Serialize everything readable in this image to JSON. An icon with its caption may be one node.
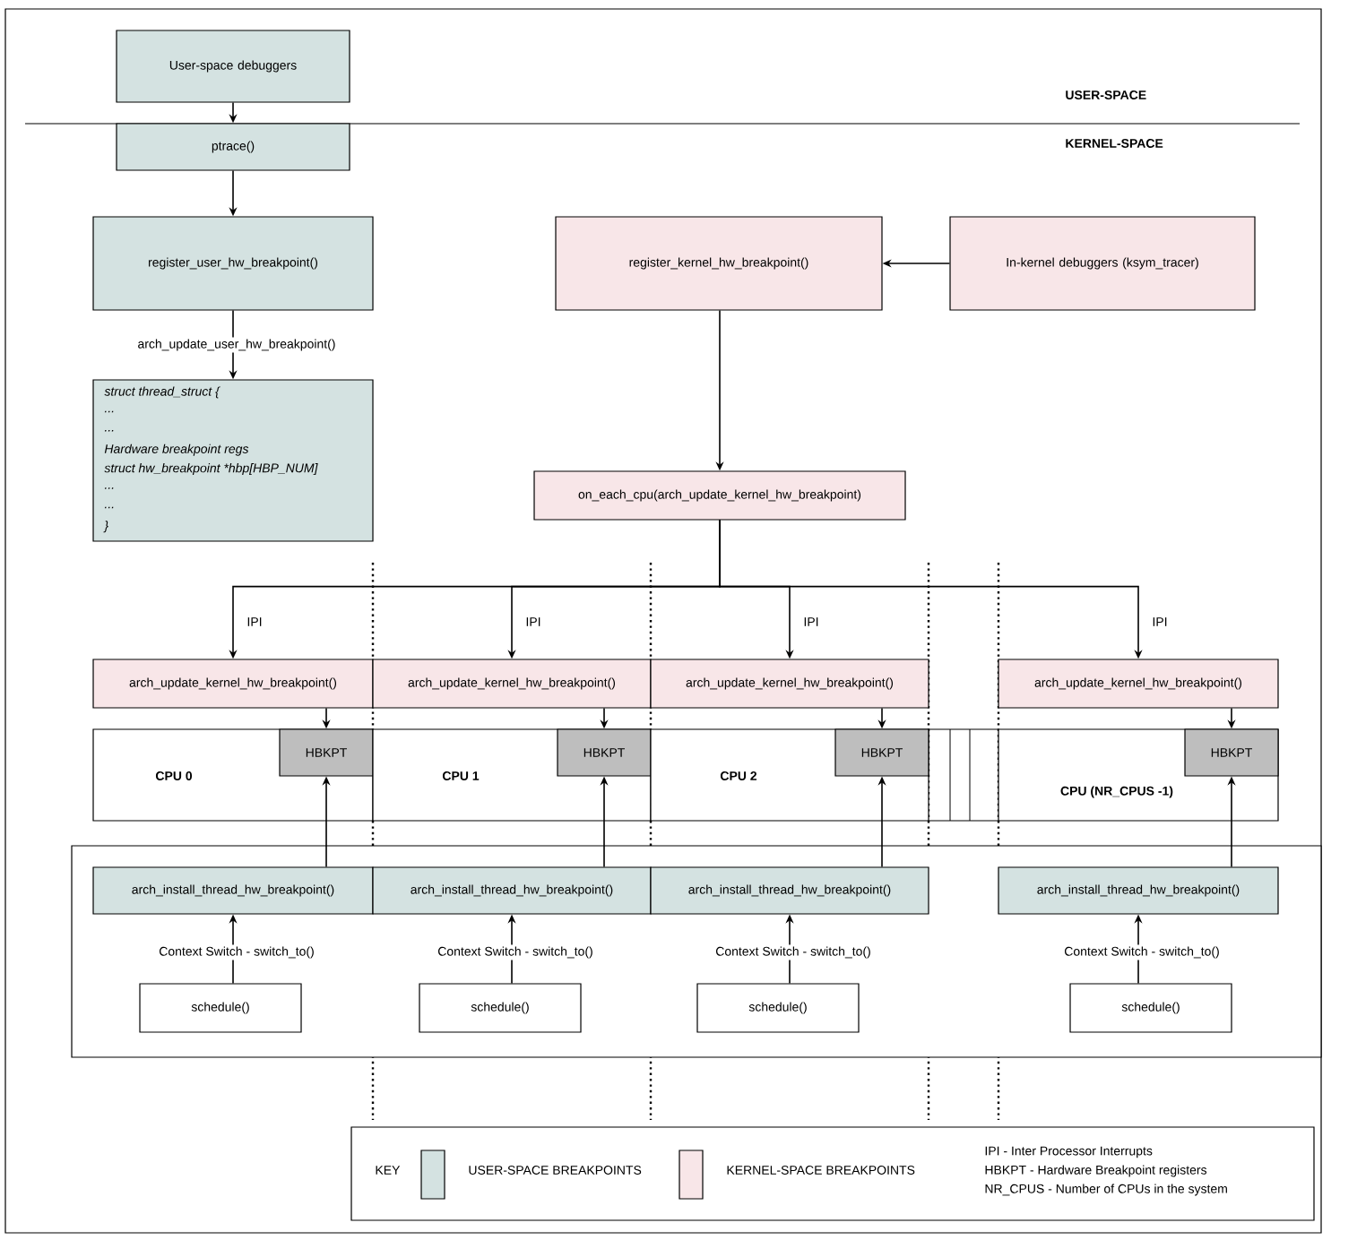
{
  "diagram": {
    "nodes": [
      {
        "text": [
          "User-space debuggers"
        ]
      },
      {
        "text": [
          "ptrace()"
        ]
      },
      {
        "text": [
          "register_user_hw_breakpoint()"
        ]
      },
      {
        "text": [
          "struct thread_struct {",
          "...",
          "...",
          "Hardware breakpoint regs",
          "struct hw_breakpoint *hbp[HBP_NUM]",
          "...",
          "...",
          "}"
        ]
      },
      {
        "text": [
          "register_kernel_hw_breakpoint()"
        ]
      },
      {
        "text": [
          "In-kernel debuggers (ksym_tracer)"
        ]
      },
      {
        "text": [
          "on_each_cpu(arch_update_kernel_hw_breakpoint)"
        ]
      },
      {
        "text": [
          "arch_update_kernel_hw_breakpoint()"
        ]
      },
      {
        "text": [
          "arch_update_kernel_hw_breakpoint()"
        ]
      },
      {
        "text": [
          "arch_update_kernel_hw_breakpoint()"
        ]
      },
      {
        "text": [
          "arch_update_kernel_hw_breakpoint()"
        ]
      },
      {
        "text": [
          "CPU 0"
        ]
      },
      {
        "text": [
          "HBKPT"
        ],
        "in": 11
      },
      {
        "text": [
          "CPU 1"
        ]
      },
      {
        "text": [
          "HBKPT"
        ],
        "in": 13
      },
      {
        "text": [
          "CPU 2"
        ]
      },
      {
        "text": [
          "HBKPT"
        ],
        "in": 15
      },
      {
        "text": [
          "CPU (NR_CPUS -1)"
        ]
      },
      {
        "text": [
          "HBKPT"
        ],
        "in": 17
      },
      {
        "text": [],
        "shape": "box"
      },
      {
        "text": [
          "arch_install_thread_hw_breakpoint()"
        ],
        "in": 19
      },
      {
        "text": [
          "arch_install_thread_hw_breakpoint()"
        ],
        "in": 19
      },
      {
        "text": [
          "arch_install_thread_hw_breakpoint()"
        ],
        "in": 19
      },
      {
        "text": [
          "arch_install_thread_hw_breakpoint()"
        ],
        "in": 19
      },
      {
        "text": [
          "schedule()"
        ],
        "in": 19
      },
      {
        "text": [
          "schedule()"
        ],
        "in": 19
      },
      {
        "text": [
          "schedule()"
        ],
        "in": 19
      },
      {
        "text": [
          "schedule()"
        ],
        "in": 19
      }
    ],
    "edges": [
      {
        "from": 0,
        "to": 1,
        "arrow": "to"
      },
      {
        "from": 1,
        "to": 2,
        "arrow": "to"
      },
      {
        "from": 2,
        "to": 3,
        "arrow": "to",
        "label": "arch_update_user_hw_breakpoint()"
      },
      {
        "from": 5,
        "to": 4,
        "arrow": "to"
      },
      {
        "from": 4,
        "to": 6,
        "arrow": "to"
      },
      {
        "from": 6,
        "to": 7,
        "arrow": "to",
        "label": "IPI"
      },
      {
        "from": 6,
        "to": 8,
        "arrow": "to",
        "label": "IPI"
      },
      {
        "from": 6,
        "to": 9,
        "arrow": "to",
        "label": "IPI"
      },
      {
        "from": 6,
        "to": 10,
        "arrow": "to",
        "label": "IPI"
      },
      {
        "from": 7,
        "to": 12,
        "arrow": "to"
      },
      {
        "from": 8,
        "to": 14,
        "arrow": "to"
      },
      {
        "from": 9,
        "to": 16,
        "arrow": "to"
      },
      {
        "from": 10,
        "to": 18,
        "arrow": "to"
      },
      {
        "from": 20,
        "to": 12,
        "arrow": "to"
      },
      {
        "from": 21,
        "to": 14,
        "arrow": "to"
      },
      {
        "from": 22,
        "to": 16,
        "arrow": "to"
      },
      {
        "from": 23,
        "to": 18,
        "arrow": "to"
      },
      {
        "from": 24,
        "to": 20,
        "arrow": "to",
        "label": "Context Switch - switch_to()"
      },
      {
        "from": 25,
        "to": 21,
        "arrow": "to",
        "label": "Context Switch - switch_to()"
      },
      {
        "from": 26,
        "to": 22,
        "arrow": "to",
        "label": "Context Switch - switch_to()"
      },
      {
        "from": 27,
        "to": 23,
        "arrow": "to",
        "label": "Context Switch - switch_to()"
      }
    ],
    "labels": [
      "USER-SPACE",
      "KERNEL-SPACE",
      "KEY",
      "IPI - Inter Processor Interrupts",
      "HBKPT - Hardware Breakpoint registers",
      "NR_CPUS - Number of CPUs in the system"
    ],
    "legend": [
      {
        "text": "USER-SPACE BREAKPOINTS",
        "color": "#d4e2e1"
      },
      {
        "text": "KERNEL-SPACE BREAKPOINTS",
        "color": "#f8e6e8"
      }
    ]
  }
}
